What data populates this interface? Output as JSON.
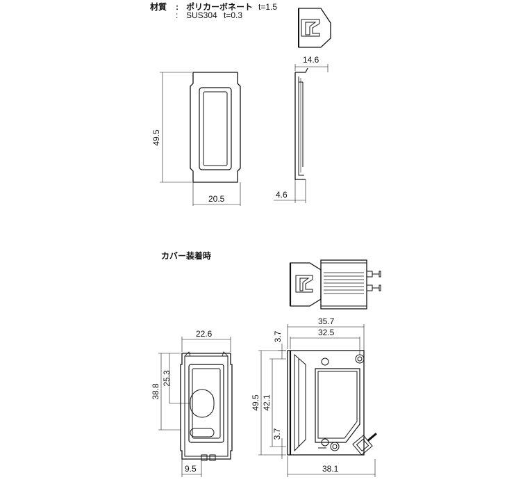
{
  "spec": {
    "material_label": "材質",
    "colon1": ":",
    "colon2": ":",
    "line1_material": "ポリカーボネート",
    "line1_thickness": "t=1.5",
    "line2_material": "SUS304",
    "line2_thickness": "t=0.3"
  },
  "section_title": "カバー装着時",
  "dimensions": {
    "cover_top_depth": "14.6",
    "cover_height": "49.5",
    "cover_width": "20.5",
    "cover_side_depth": "4.6",
    "front_width": "22.6",
    "front_window_offset": "25.3",
    "front_height": "38.8",
    "front_bottom_offset": "9.5",
    "side_width_total": "35.7",
    "side_width_inner": "32.5",
    "side_top_offset": "3.7",
    "side_height_total": "49.5",
    "side_height_inner": "42.1",
    "side_bottom_offset": "3.7",
    "side_bottom_width": "38.1"
  }
}
